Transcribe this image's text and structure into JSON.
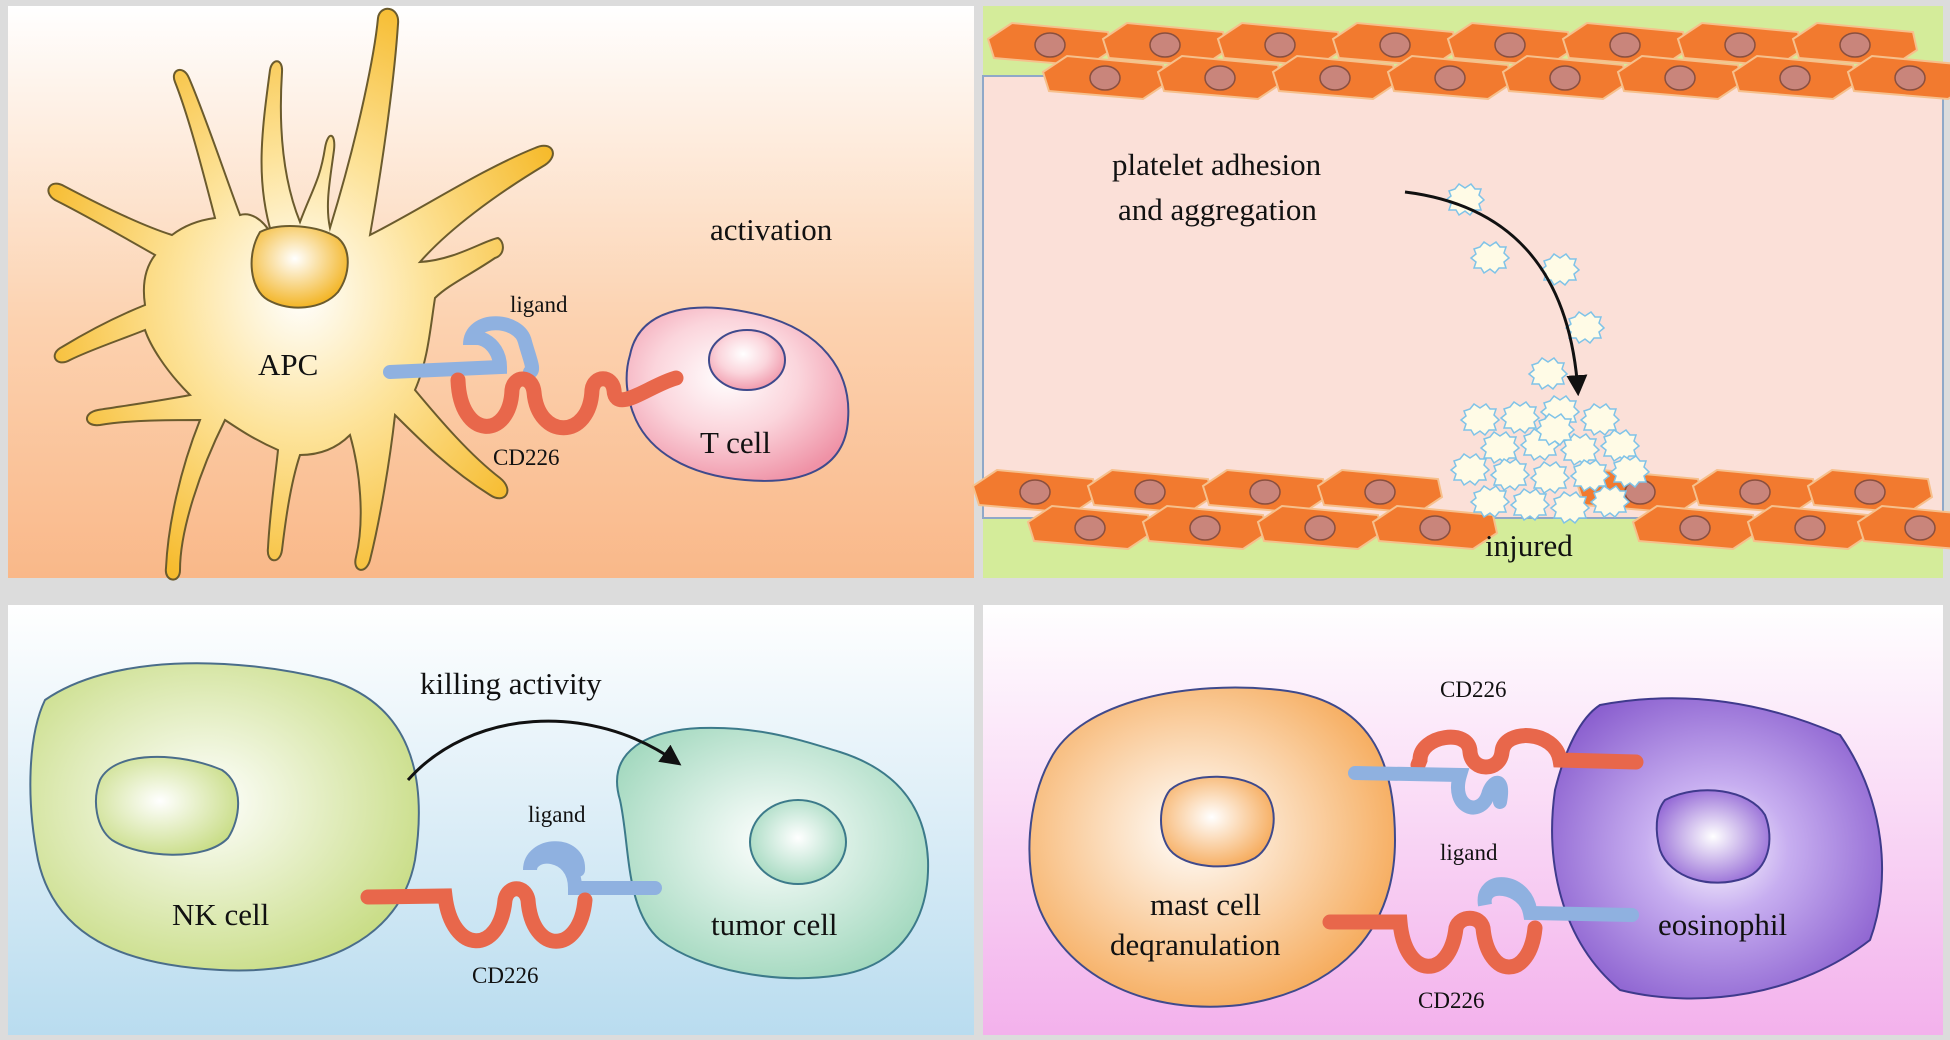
{
  "panels": {
    "apc": {
      "apc_label": "APC",
      "t_cell_label": "T cell",
      "ligand_label": "ligand",
      "cd226_label": "CD226",
      "activation_label": "activation"
    },
    "vessel": {
      "platelet_label_1": "platelet adhesion",
      "platelet_label_2": "and aggregation",
      "injured_label": "injured"
    },
    "nk": {
      "nk_label": "NK cell",
      "tumor_label": "tumor cell",
      "killing_label": "killing activity",
      "ligand_label": "ligand",
      "cd226_label": "CD226"
    },
    "mast": {
      "mast_label_1": "mast cell",
      "mast_label_2": "deqranulation",
      "eosinophil_label": "eosinophil",
      "cd226_top_label": "CD226",
      "ligand_label": "ligand",
      "cd226_bottom_label": "CD226"
    }
  },
  "colors": {
    "cd226": "#e8674b",
    "ligand": "#8fb1e0",
    "apc": "#f7c33e",
    "t_cell": "#f4a3b4",
    "nk_cell": "#c8dc84",
    "tumor_cell": "#a9dcc3",
    "mast_cell": "#f6ad5c",
    "eosinophil": "#9a6fd6",
    "endothelium": "#f07a2e",
    "vessel_wall": "#d4ec9a",
    "platelet": "#fffbe6"
  }
}
